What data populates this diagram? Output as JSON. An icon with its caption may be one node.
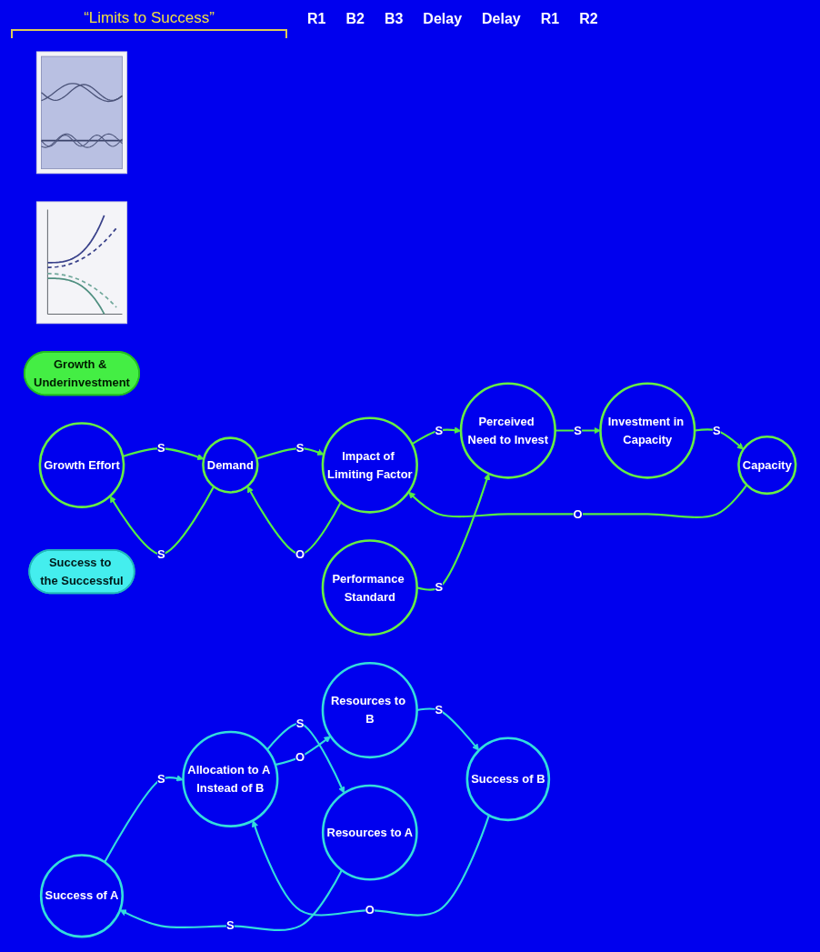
{
  "diagram": {
    "nodes": [
      {
        "text": [
          "Growth & Underinvestment"
        ]
      },
      {
        "text": [
          "Growth Effort"
        ]
      },
      {
        "text": [
          "Demand"
        ]
      },
      {
        "text": [
          "Impact of Limiting Factor"
        ]
      },
      {
        "text": [
          "Performance Standard"
        ]
      },
      {
        "text": [
          "Capacity"
        ]
      },
      {
        "text": [
          "Perceived Need to Invest"
        ]
      },
      {
        "text": [
          "Investment in Capacity"
        ]
      },
      {
        "text": [],
        "shape": "picture"
      },
      {
        "text": [
          "Success to the Successful"
        ]
      },
      {
        "text": [
          "Success of A"
        ]
      },
      {
        "text": [
          "Allocation to A Instead of B"
        ]
      },
      {
        "text": [
          "Success of B"
        ]
      },
      {
        "text": [
          "Resources to A"
        ]
      },
      {
        "text": [
          "Resources to B"
        ]
      },
      {
        "text": [],
        "shape": "picture"
      }
    ],
    "edges": [
      {
        "from": 1,
        "to": 2,
        "arrow": "to",
        "label": "S"
      },
      {
        "from": 2,
        "to": 1,
        "arrow": "to",
        "label": "S"
      },
      {
        "from": 3,
        "to": 2,
        "arrow": "to",
        "label": "O"
      },
      {
        "from": 2,
        "to": 3,
        "arrow": "to",
        "label": "S"
      },
      {
        "from": 5,
        "to": 3,
        "arrow": "to",
        "label": "O"
      },
      {
        "from": 3,
        "to": 6,
        "arrow": "to",
        "label": "S"
      },
      {
        "from": 4,
        "to": 6,
        "arrow": "to",
        "label": "S"
      },
      {
        "from": 6,
        "to": 7,
        "arrow": "to",
        "label": "S"
      },
      {
        "from": 7,
        "to": 5,
        "arrow": "to",
        "label": "S"
      },
      {
        "from": 10,
        "to": 11,
        "arrow": "to",
        "label": "S",
        "color": "#33dddd"
      },
      {
        "from": 11,
        "to": 13,
        "arrow": "to",
        "label": "S",
        "color": "#33dddd"
      },
      {
        "from": 13,
        "to": 10,
        "arrow": "to",
        "label": "S",
        "color": "#33dddd"
      },
      {
        "from": 12,
        "to": 11,
        "arrow": "to",
        "label": "O",
        "color": "#33dddd"
      },
      {
        "from": 11,
        "to": 14,
        "arrow": "to",
        "label": "O",
        "color": "#33dddd"
      },
      {
        "from": 14,
        "to": 12,
        "arrow": "to",
        "label": "S",
        "color": "#33dddd"
      }
    ],
    "labels": [
      "“Limits to Success”",
      "R1",
      "B2",
      "B3",
      "Delay",
      "Delay",
      "R1",
      "R2"
    ]
  }
}
